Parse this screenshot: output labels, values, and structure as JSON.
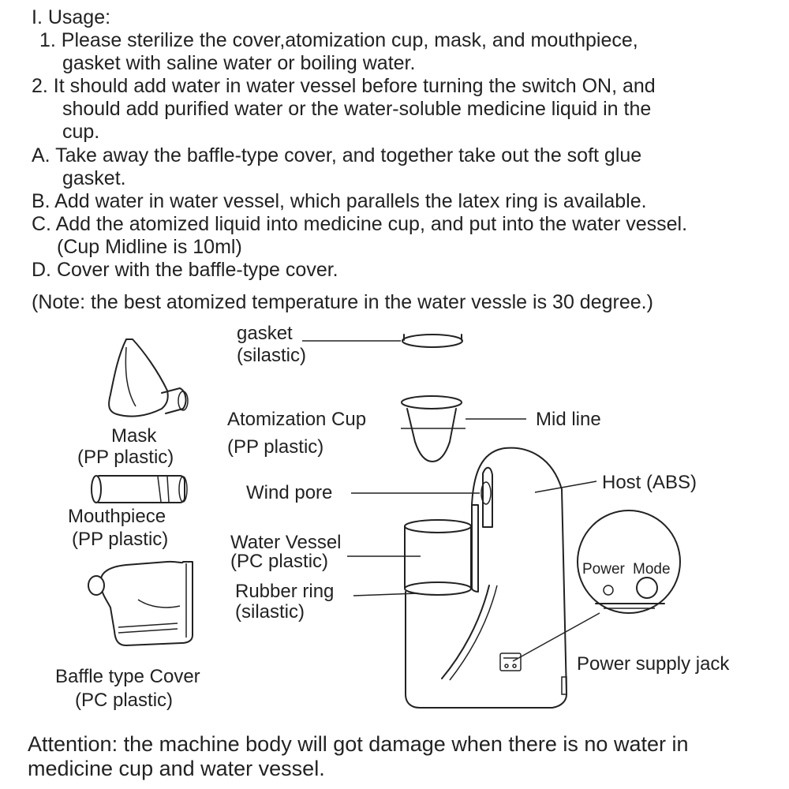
{
  "usage": {
    "heading": "I. Usage:",
    "lines": [
      "1. Please sterilize the cover,atomization cup, mask, and mouthpiece,",
      "gasket with saline water or boiling water.",
      "2. It should add water in water vessel before turning the switch ON, and",
      "should add purified water or the water-soluble medicine liquid in the",
      "cup.",
      "A. Take away the baffle-type cover, and together  take out the soft glue",
      "gasket.",
      "B. Add water in water vessel, which parallels the latex ring is available.",
      "C. Add the atomized liquid into medicine cup, and put into the water vessel.",
      "(Cup Midline is 10ml)",
      "D. Cover with the baffle-type cover."
    ],
    "note": "(Note: the best atomized temperature in the water vessle is 30 degree.)"
  },
  "diagram": {
    "gasket": [
      "gasket",
      "(silastic)"
    ],
    "atomization_cup": [
      "Atomization Cup",
      "(PP plastic)"
    ],
    "mid_line": "Mid line",
    "host": "Host (ABS)",
    "wind_pore": "Wind pore",
    "water_vessel": [
      "Water Vessel",
      "(PC plastic)"
    ],
    "rubber_ring": [
      "Rubber ring",
      "(silastic)"
    ],
    "power_mode": [
      "Power",
      "Mode"
    ],
    "power_supply_jack": "Power supply jack",
    "mask": [
      "Mask",
      "(PP plastic)"
    ],
    "mouthpiece": [
      "Mouthpiece",
      "(PP plastic)"
    ],
    "baffle_cover": [
      "Baffle type Cover",
      "(PC plastic)"
    ]
  },
  "attention": [
    "Attention: the machine body will got damage when there is no water in",
    "medicine cup and water vessel."
  ]
}
